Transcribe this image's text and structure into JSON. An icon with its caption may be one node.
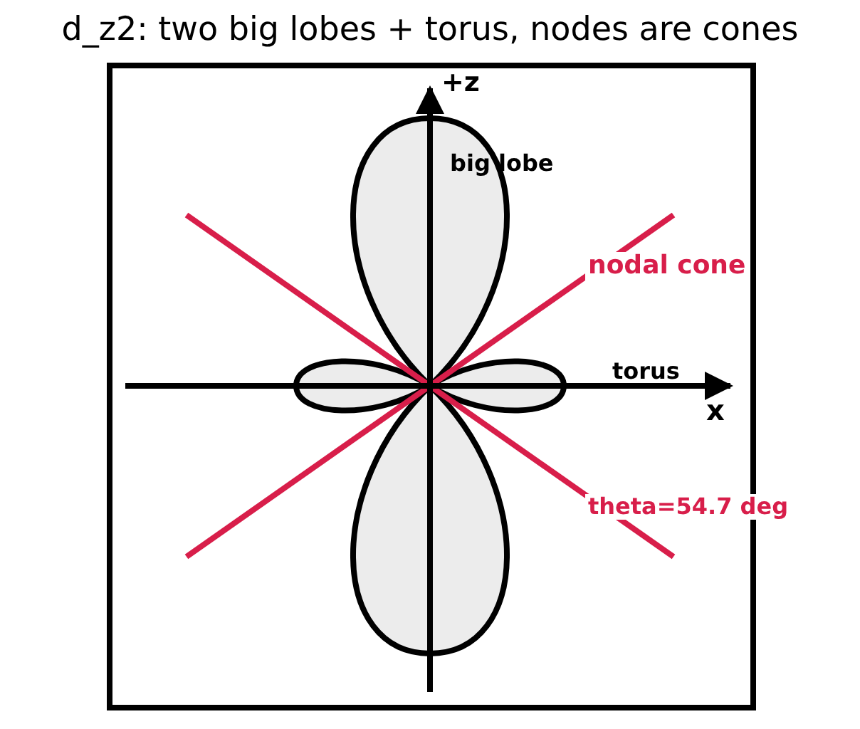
{
  "diagram": {
    "title": "d_z2: two big lobes + torus, nodes are cones",
    "labels": [
      "+z",
      "big lobe",
      "nodal cone",
      "torus",
      "x",
      "theta=54.7 deg"
    ]
  }
}
